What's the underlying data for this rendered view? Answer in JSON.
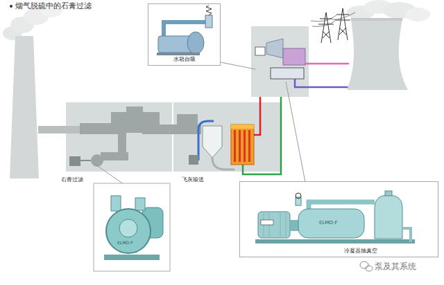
{
  "diagram": {
    "title": "烟气脱硫中的石膏过滤",
    "nodes": [
      {
        "text": [
          "水箱自吸"
        ]
      },
      {
        "text": [
          "石膏过滤"
        ]
      },
      {
        "text": [
          "飞灰输送"
        ]
      },
      {
        "text": [
          "冷凝器抽真空"
        ]
      }
    ],
    "labels": [
      "ELMO-F",
      "ELMO-F",
      "泵及其系统"
    ]
  }
}
